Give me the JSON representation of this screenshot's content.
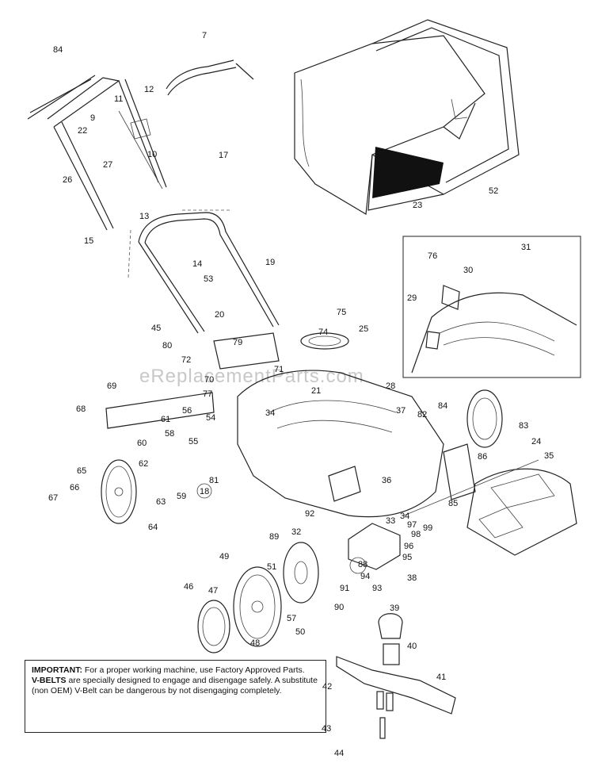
{
  "watermark": "eReplacementParts.com",
  "note": {
    "important_heading": "IMPORTANT:",
    "important_text": "For a proper working machine, use Factory Approved Parts.",
    "vbelts_heading": "V-BELTS",
    "vbelts_text": "are specially designed to engage and disengage safely. A substitute (non OEM) V-Belt can be dangerous by not disengaging completely."
  },
  "callouts": [
    "84",
    "7",
    "12",
    "11",
    "9",
    "22",
    "10",
    "17",
    "27",
    "26",
    "13",
    "15",
    "14",
    "53",
    "19",
    "45",
    "20",
    "75",
    "74",
    "25",
    "80",
    "79",
    "72",
    "71",
    "21",
    "28",
    "70",
    "77",
    "69",
    "68",
    "34",
    "37",
    "56",
    "54",
    "61",
    "58",
    "55",
    "60",
    "62",
    "81",
    "18",
    "82",
    "84",
    "83",
    "24",
    "35",
    "65",
    "66",
    "63",
    "59",
    "67",
    "64",
    "36",
    "92",
    "33",
    "32",
    "34",
    "97",
    "99",
    "89",
    "96",
    "98",
    "88",
    "95",
    "94",
    "93",
    "49",
    "51",
    "91",
    "90",
    "46",
    "47",
    "57",
    "50",
    "38",
    "48",
    "39",
    "40",
    "42",
    "41",
    "43",
    "44",
    "52",
    "23",
    "31",
    "76",
    "30",
    "29",
    "86",
    "85"
  ]
}
